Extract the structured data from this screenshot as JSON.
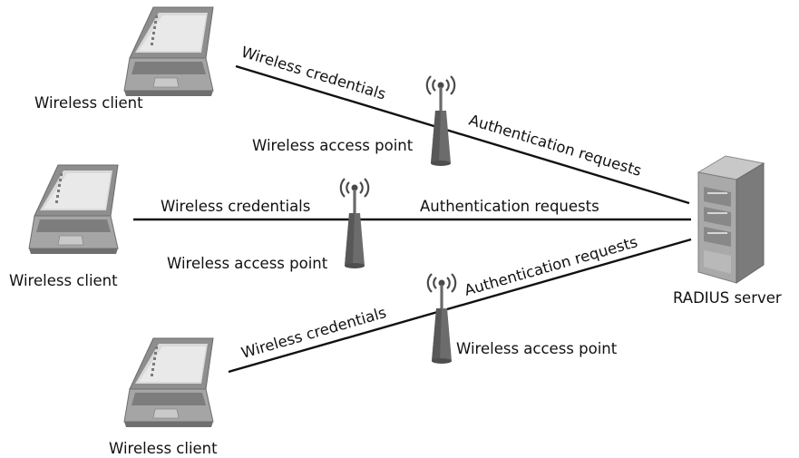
{
  "labels": {
    "wireless_client": "Wireless client",
    "wireless_access_point": "Wireless access point",
    "radius_server": "RADIUS server",
    "wireless_credentials": "Wireless credentials",
    "authentication_requests": "Authentication requests"
  },
  "colors": {
    "line": "#111111",
    "laptop_body": "#8e8e8e",
    "laptop_screen": "#d8d8d8",
    "device_dark": "#5f5f5f",
    "server_body": "#9a9a9a"
  },
  "icons": [
    "laptop-icon",
    "access-point-icon",
    "radio-waves-icon",
    "server-tower-icon"
  ]
}
